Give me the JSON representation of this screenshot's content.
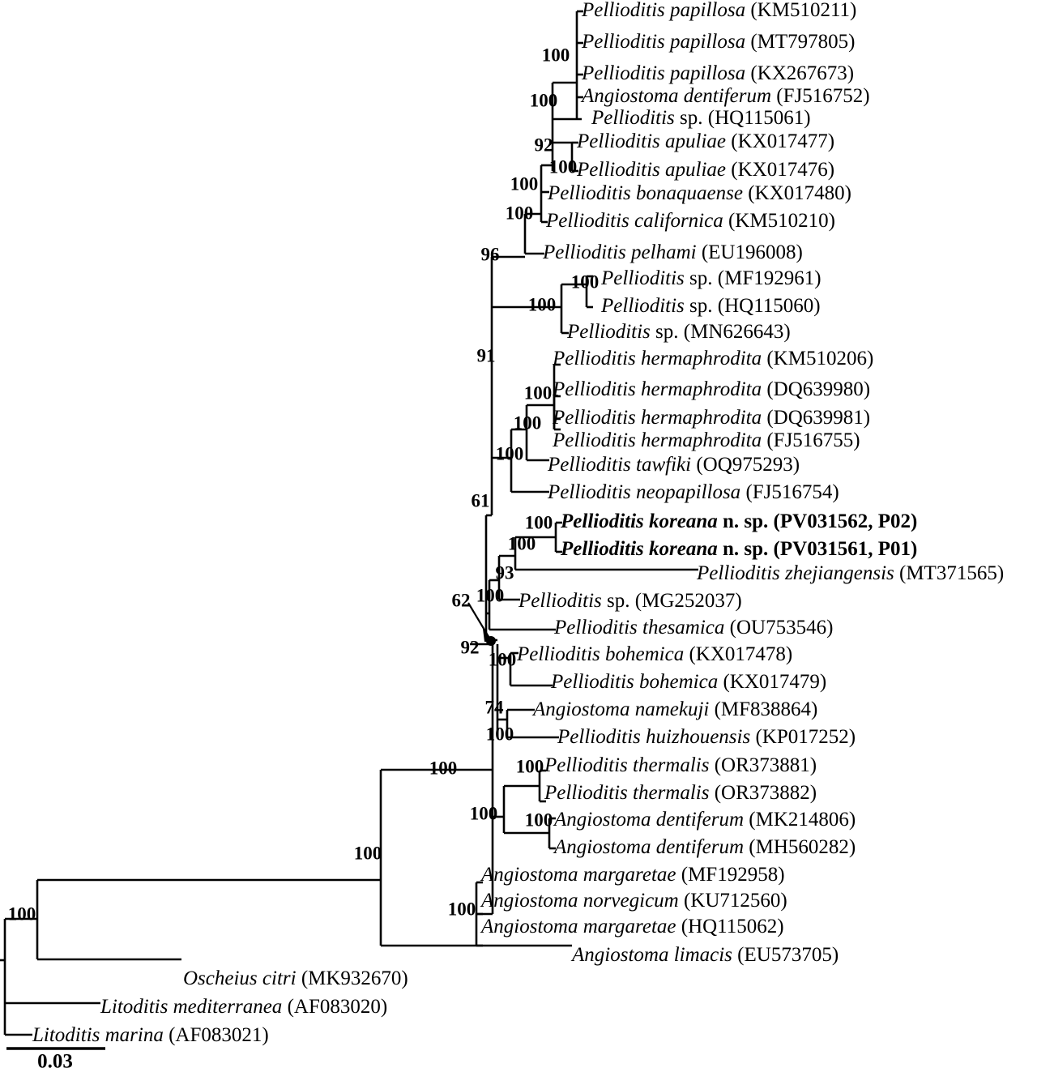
{
  "figure": {
    "kind": "phylogenetic-tree",
    "layout": "rectangular-cladogram",
    "scale_bar": {
      "label": "0.03",
      "value": 0.03
    }
  },
  "chart_data": {
    "type": "tree",
    "title": "",
    "xlabel": "",
    "ylabel": "",
    "scale_bar": "0.03",
    "leaf_count": 38,
    "taxa": [
      {
        "id": "t1",
        "genus": "Pellioditis",
        "epithet": "papillosa",
        "accession": "KM510211",
        "label": "Pellioditis papillosa (KM510211)",
        "bold": false
      },
      {
        "id": "t2",
        "genus": "Pellioditis",
        "epithet": "papillosa",
        "accession": "MT797805",
        "label": "Pellioditis papillosa (MT797805)",
        "bold": false
      },
      {
        "id": "t3",
        "genus": "Pellioditis",
        "epithet": "papillosa",
        "accession": "KX267673",
        "label": "Pellioditis papillosa (KX267673)",
        "bold": false
      },
      {
        "id": "t4",
        "genus": "Angiostoma",
        "epithet": "dentiferum",
        "accession": "FJ516752",
        "label": "Angiostoma dentiferum (FJ516752)",
        "bold": false
      },
      {
        "id": "t5",
        "genus": "Pellioditis",
        "epithet": "sp.",
        "accession": "HQ115061",
        "label": "Pellioditis sp. (HQ115061)",
        "bold": false
      },
      {
        "id": "t6",
        "genus": "Pellioditis",
        "epithet": "apuliae",
        "accession": "KX017477",
        "label": "Pellioditis apuliae (KX017477)",
        "bold": false
      },
      {
        "id": "t7",
        "genus": "Pellioditis",
        "epithet": "apuliae",
        "accession": "KX017476",
        "label": "Pellioditis apuliae (KX017476)",
        "bold": false
      },
      {
        "id": "t8",
        "genus": "Pellioditis",
        "epithet": "bonaquaense",
        "accession": "KX017480",
        "label": "Pellioditis bonaquaense (KX017480)",
        "bold": false
      },
      {
        "id": "t9",
        "genus": "Pellioditis",
        "epithet": "californica",
        "accession": "KM510210",
        "label": "Pellioditis californica (KM510210)",
        "bold": false
      },
      {
        "id": "t10",
        "genus": "Pellioditis",
        "epithet": "pelhami",
        "accession": "EU196008",
        "label": "Pellioditis pelhami (EU196008)",
        "bold": false
      },
      {
        "id": "t11",
        "genus": "Pellioditis",
        "epithet": "sp.",
        "accession": "MF192961",
        "label": "Pellioditis sp. (MF192961)",
        "bold": false
      },
      {
        "id": "t12",
        "genus": "Pellioditis",
        "epithet": "sp.",
        "accession": "HQ115060",
        "label": "Pellioditis sp. (HQ115060)",
        "bold": false
      },
      {
        "id": "t13",
        "genus": "Pellioditis",
        "epithet": "sp.",
        "accession": "MN626643",
        "label": "Pellioditis sp. (MN626643)",
        "bold": false
      },
      {
        "id": "t14",
        "genus": "Pellioditis",
        "epithet": "hermaphrodita",
        "accession": "KM510206",
        "label": "Pellioditis hermaphrodita (KM510206)",
        "bold": false
      },
      {
        "id": "t15",
        "genus": "Pellioditis",
        "epithet": "hermaphrodita",
        "accession": "DQ639980",
        "label": "Pellioditis hermaphrodita (DQ639980)",
        "bold": false
      },
      {
        "id": "t16",
        "genus": "Pellioditis",
        "epithet": "hermaphrodita",
        "accession": "DQ639981",
        "label": "Pellioditis hermaphrodita (DQ639981)",
        "bold": false
      },
      {
        "id": "t17",
        "genus": "Pellioditis",
        "epithet": "hermaphrodita",
        "accession": "FJ516755",
        "label": "Pellioditis hermaphrodita (FJ516755)",
        "bold": false
      },
      {
        "id": "t18",
        "genus": "Pellioditis",
        "epithet": "tawfiki",
        "accession": "OQ975293",
        "label": "Pellioditis tawfiki (OQ975293)",
        "bold": false
      },
      {
        "id": "t19",
        "genus": "Pellioditis",
        "epithet": "neopapillosa",
        "accession": "FJ516754",
        "label": "Pellioditis neopapillosa (FJ516754)",
        "bold": false
      },
      {
        "id": "t20",
        "genus": "Pellioditis",
        "epithet": "koreana",
        "accession": "PV031562, P02",
        "label": "Pellioditis koreana n. sp. (PV031562, P02)",
        "bold": true
      },
      {
        "id": "t21",
        "genus": "Pellioditis",
        "epithet": "koreana",
        "accession": "PV031561, P01",
        "label": "Pellioditis koreana n. sp. (PV031561, P01)",
        "bold": true
      },
      {
        "id": "t22",
        "genus": "Pellioditis",
        "epithet": "zhejiangensis",
        "accession": "MT371565",
        "label": "Pellioditis zhejiangensis (MT371565)",
        "bold": false
      },
      {
        "id": "t23",
        "genus": "Pellioditis",
        "epithet": "sp.",
        "accession": "MG252037",
        "label": "Pellioditis sp. (MG252037)",
        "bold": false
      },
      {
        "id": "t24",
        "genus": "Pellioditis",
        "epithet": "thesamica",
        "accession": "OU753546",
        "label": "Pellioditis thesamica (OU753546)",
        "bold": false
      },
      {
        "id": "t25",
        "genus": "Pellioditis",
        "epithet": "bohemica",
        "accession": "KX017478",
        "label": "Pellioditis bohemica (KX017478)",
        "bold": false
      },
      {
        "id": "t26",
        "genus": "Pellioditis",
        "epithet": "bohemica",
        "accession": "KX017479",
        "label": "Pellioditis bohemica (KX017479)",
        "bold": false
      },
      {
        "id": "t27",
        "genus": "Angiostoma",
        "epithet": "namekuji",
        "accession": "MF838864",
        "label": "Angiostoma namekuji (MF838864)",
        "bold": false
      },
      {
        "id": "t28",
        "genus": "Pellioditis",
        "epithet": "huizhouensis",
        "accession": "KP017252",
        "label": "Pellioditis huizhouensis (KP017252)",
        "bold": false
      },
      {
        "id": "t29",
        "genus": "Pellioditis",
        "epithet": "thermalis",
        "accession": "OR373881",
        "label": "Pellioditis thermalis (OR373881)",
        "bold": false
      },
      {
        "id": "t30",
        "genus": "Pellioditis",
        "epithet": "thermalis",
        "accession": "OR373882",
        "label": "Pellioditis thermalis (OR373882)",
        "bold": false
      },
      {
        "id": "t31",
        "genus": "Angiostoma",
        "epithet": "dentiferum",
        "accession": "MK214806",
        "label": "Angiostoma dentiferum (MK214806)",
        "bold": false
      },
      {
        "id": "t32",
        "genus": "Angiostoma",
        "epithet": "dentiferum",
        "accession": "MH560282",
        "label": "Angiostoma dentiferum (MH560282)",
        "bold": false
      },
      {
        "id": "t33",
        "genus": "Angiostoma",
        "epithet": "margaretae",
        "accession": "MF192958",
        "label": "Angiostoma margaretae (MF192958)",
        "bold": false
      },
      {
        "id": "t34",
        "genus": "Angiostoma",
        "epithet": "norvegicum",
        "accession": "KU712560",
        "label": "Angiostoma norvegicum (KU712560)",
        "bold": false
      },
      {
        "id": "t35",
        "genus": "Angiostoma",
        "epithet": "margaretae",
        "accession": "HQ115062",
        "label": "Angiostoma margaretae (HQ115062)",
        "bold": false
      },
      {
        "id": "t36",
        "genus": "Angiostoma",
        "epithet": "limacis",
        "accession": "EU573705",
        "label": "Angiostoma limacis (EU573705)",
        "bold": false
      },
      {
        "id": "t37",
        "genus": "Oscheius",
        "epithet": "citri",
        "accession": "MK932670",
        "label": "Oscheius citri (MK932670)",
        "bold": false
      },
      {
        "id": "t38",
        "genus": "Litoditis",
        "epithet": "mediterranea",
        "accession": "AF083020",
        "label": "Litoditis mediterranea (AF083020)",
        "bold": false
      },
      {
        "id": "t39",
        "genus": "Litoditis",
        "epithet": "marina",
        "accession": "AF083021",
        "label": "Litoditis marina (AF083021)",
        "bold": false
      }
    ],
    "support_values": [
      {
        "id": "s1",
        "value": "100"
      },
      {
        "id": "s2",
        "value": "100"
      },
      {
        "id": "s3",
        "value": "92"
      },
      {
        "id": "s4",
        "value": "100"
      },
      {
        "id": "s5",
        "value": "100"
      },
      {
        "id": "s6",
        "value": "100"
      },
      {
        "id": "s7",
        "value": "96"
      },
      {
        "id": "s8",
        "value": "100"
      },
      {
        "id": "s9",
        "value": "100"
      },
      {
        "id": "s10",
        "value": "91"
      },
      {
        "id": "s11",
        "value": "100"
      },
      {
        "id": "s12",
        "value": "100"
      },
      {
        "id": "s13",
        "value": "100"
      },
      {
        "id": "s14",
        "value": "61"
      },
      {
        "id": "s15",
        "value": "100"
      },
      {
        "id": "s16",
        "value": "100"
      },
      {
        "id": "s17",
        "value": "93"
      },
      {
        "id": "s18",
        "value": "62"
      },
      {
        "id": "s19",
        "value": "100"
      },
      {
        "id": "s20",
        "value": "92"
      },
      {
        "id": "s21",
        "value": "100"
      },
      {
        "id": "s22",
        "value": "74"
      },
      {
        "id": "s23",
        "value": "100"
      },
      {
        "id": "s24",
        "value": "100"
      },
      {
        "id": "s25",
        "value": "100"
      },
      {
        "id": "s26",
        "value": "100"
      },
      {
        "id": "s27",
        "value": "100"
      },
      {
        "id": "s28",
        "value": "100"
      },
      {
        "id": "s29",
        "value": "100"
      },
      {
        "id": "s30",
        "value": "100"
      }
    ]
  }
}
